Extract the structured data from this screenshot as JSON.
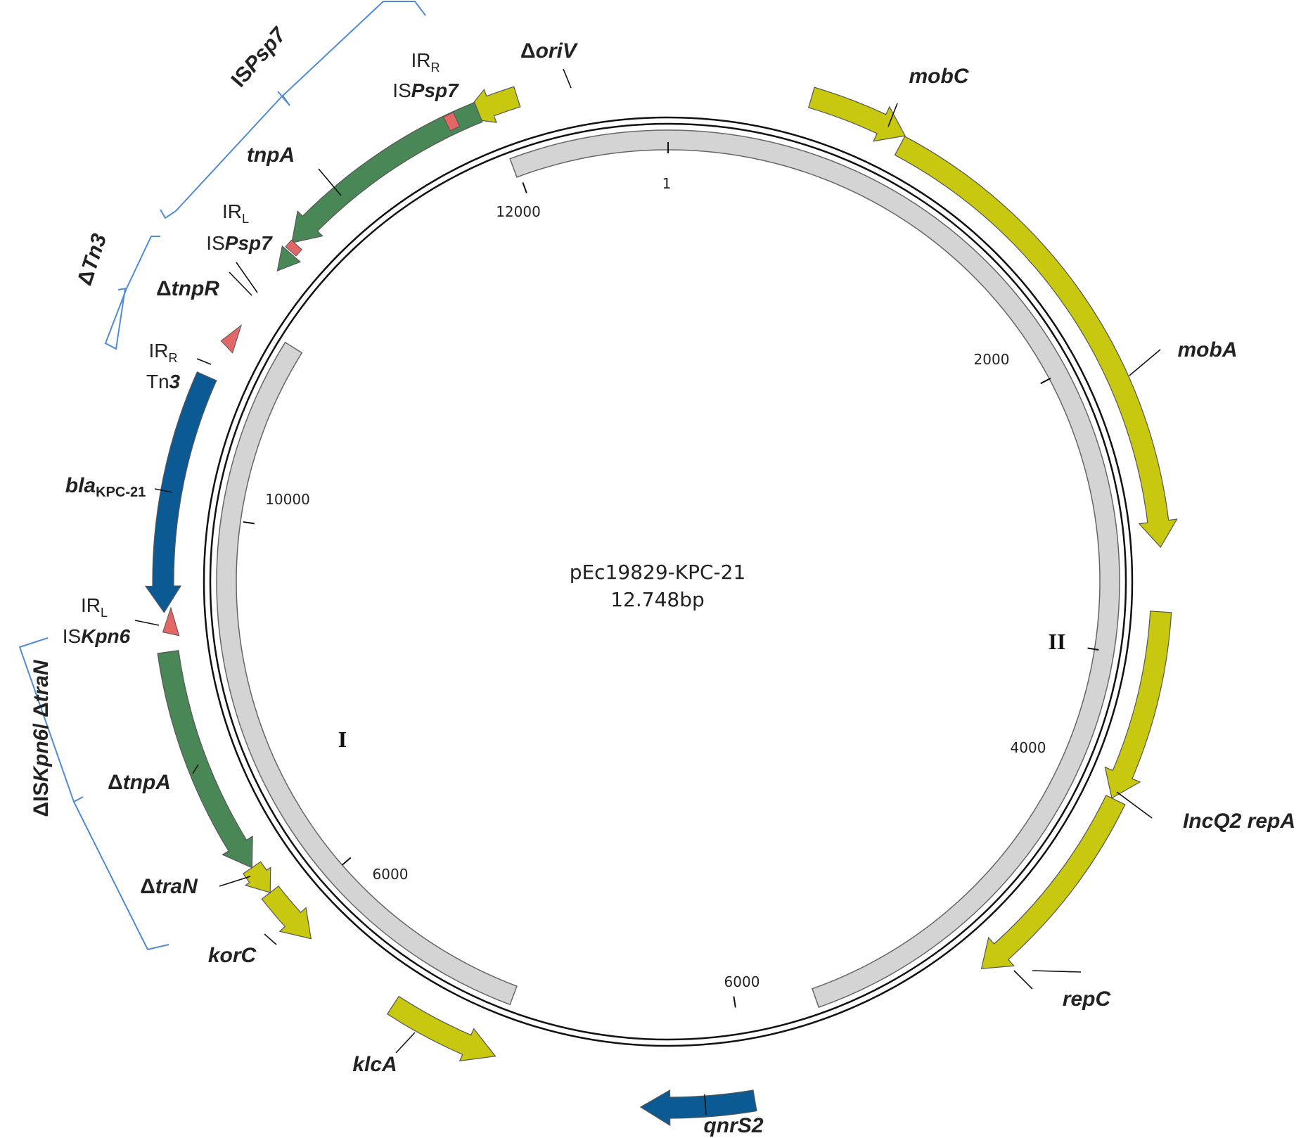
{
  "plasmid": {
    "name": "pEc19829-KPC-21",
    "size": "12.748bp"
  },
  "regions": {
    "I": "I",
    "II": "II"
  },
  "ticks": {
    "t1": "1",
    "t2000": "2000",
    "t4000": "4000",
    "t6000_bottom": "6000",
    "t6000_left": "6000",
    "t10000": "10000",
    "t12000": "12000"
  },
  "colors": {
    "backbone_yellow": "#c8c810",
    "transposon_green": "#4a8756",
    "resistance_blue": "#0c5a93",
    "inverted_repeat_red": "#e36767",
    "segment_gray": "#d4d4d4",
    "bracket_blue": "#4f8bd6"
  },
  "features": {
    "oriV": {
      "delta": "Δ",
      "name": "oriV"
    },
    "mobC": {
      "name": "mobC"
    },
    "mobA": {
      "name": "mobA"
    },
    "repA": {
      "name": "IncQ2 repA"
    },
    "repC": {
      "name": "repC"
    },
    "qnrS2": {
      "name": "qnrS2"
    },
    "klcA": {
      "name": "klcA"
    },
    "korC": {
      "name": "korC"
    },
    "traN": {
      "delta": "Δ",
      "name": "traN"
    },
    "tnpA_partial": {
      "delta": "Δ",
      "name": "tnpA"
    },
    "bla": {
      "name": "bla",
      "sub": "KPC-21"
    },
    "tnpR": {
      "delta": "Δ",
      "name": "tnpR"
    },
    "tnpA": {
      "name": "tnpA"
    },
    "ir_r_psp7": {
      "ir": "IR",
      "sub": "R",
      "is": "IS",
      "name": "Psp7"
    },
    "ir_l_psp7": {
      "ir": "IR",
      "sub": "L",
      "is": "IS",
      "name": "Psp7"
    },
    "ir_r_tn3": {
      "ir": "IR",
      "sub": "R",
      "tn": "Tn",
      "name": "3"
    },
    "ir_l_kpn6": {
      "ir": "IR",
      "sub": "L",
      "is": "IS",
      "name": "Kpn6"
    }
  },
  "brackets": {
    "isp7": {
      "prefix": "IS",
      "name": "Psp7"
    },
    "tn3": {
      "delta": "Δ",
      "name": "Tn3"
    },
    "kpn6": {
      "delta": "Δ",
      "prefix": "IS",
      "name": "Kpn6",
      "sep": "/ ",
      "delta2": "Δ",
      "name2": "traN"
    }
  }
}
